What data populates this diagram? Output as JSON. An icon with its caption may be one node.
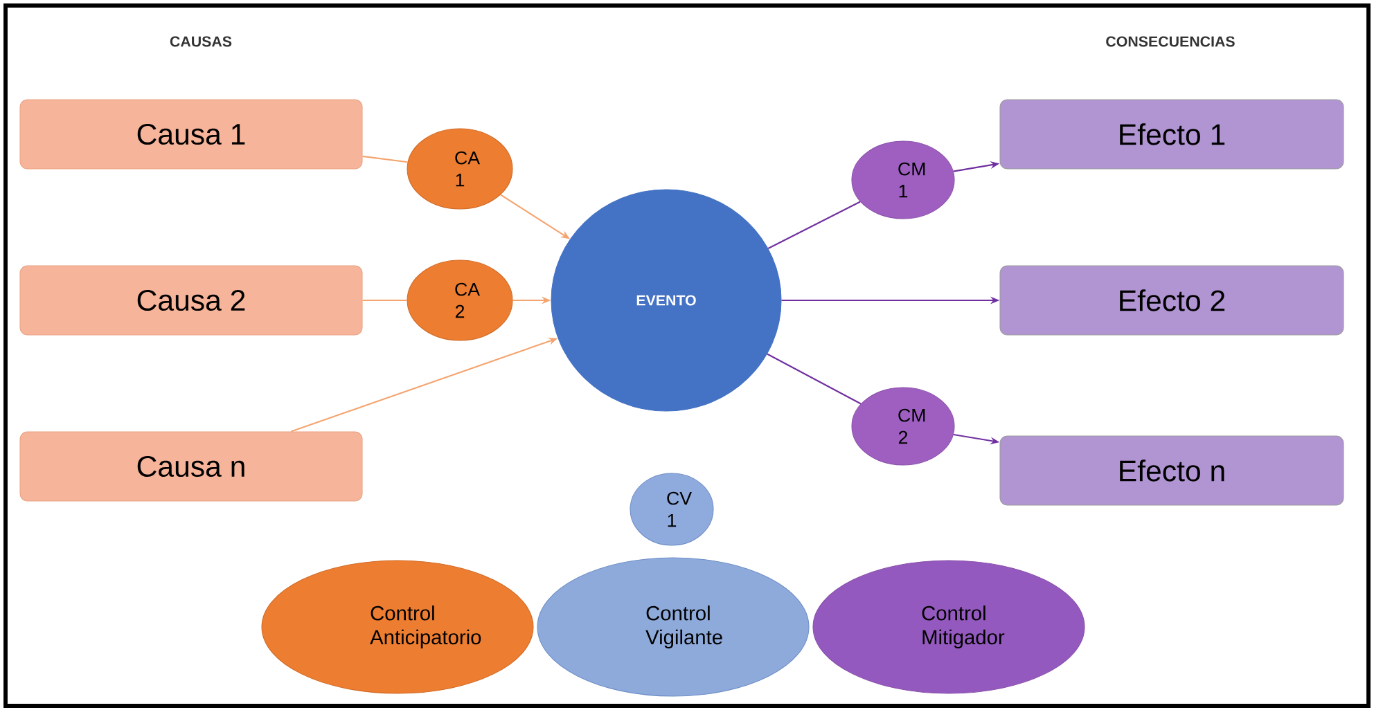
{
  "diagram": {
    "nodes": [
      {
        "text": [
          "Causa 1"
        ]
      },
      {
        "text": [
          "Causa 2"
        ]
      },
      {
        "text": [
          "Causa n"
        ]
      },
      {
        "text": [
          "CA 1"
        ]
      },
      {
        "text": [
          "CA 2"
        ]
      },
      {
        "text": [
          "EVENTO"
        ]
      },
      {
        "text": [
          "CM 1"
        ]
      },
      {
        "text": [
          "CM 2"
        ]
      },
      {
        "text": [
          "Efecto 1"
        ]
      },
      {
        "text": [
          "Efecto 2"
        ]
      },
      {
        "text": [
          "Efecto n"
        ]
      },
      {
        "text": [
          "CV 1"
        ]
      },
      {
        "text": [
          "Control Anticipatorio"
        ]
      },
      {
        "text": [
          "Control Vigilante"
        ]
      },
      {
        "text": [
          "Control Mitigador"
        ]
      }
    ],
    "edges": [
      {
        "from": 0,
        "to": 3,
        "arrow": "none",
        "color": "#f4a46f"
      },
      {
        "from": 3,
        "to": 5,
        "arrow": "to",
        "color": "#f4a46f"
      },
      {
        "from": 1,
        "to": 4,
        "arrow": "none",
        "color": "#f4a46f"
      },
      {
        "from": 4,
        "to": 5,
        "arrow": "to",
        "color": "#f4a46f"
      },
      {
        "from": 2,
        "to": 5,
        "arrow": "to",
        "color": "#f4a46f"
      },
      {
        "from": 5,
        "to": 6,
        "arrow": "none",
        "color": "#7030a0"
      },
      {
        "from": 6,
        "to": 8,
        "arrow": "to",
        "color": "#7030a0"
      },
      {
        "from": 5,
        "to": 9,
        "arrow": "to",
        "color": "#7030a0"
      },
      {
        "from": 5,
        "to": 7,
        "arrow": "none",
        "color": "#7030a0"
      },
      {
        "from": 7,
        "to": 10,
        "arrow": "to",
        "color": "#7030a0"
      }
    ],
    "labels": [
      "CAUSAS",
      "CONSECUENCIAS"
    ]
  }
}
